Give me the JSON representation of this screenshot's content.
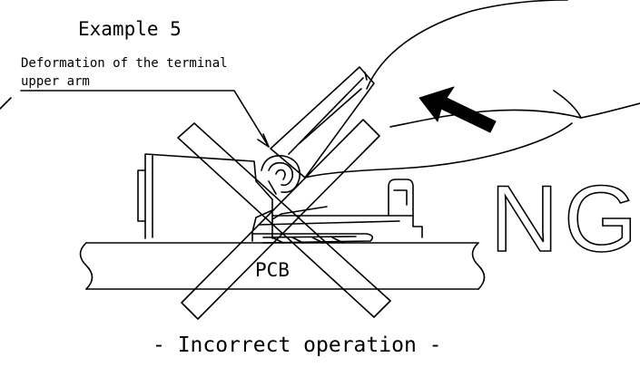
{
  "example_title": "Example 5",
  "note_line1": "Deformation of the terminal",
  "note_line2": "upper arm",
  "pcb_label": "PCB",
  "ng_label": "NG",
  "caption": "- Incorrect operation -",
  "colors": {
    "line": "#000000",
    "background": "#ffffff"
  }
}
